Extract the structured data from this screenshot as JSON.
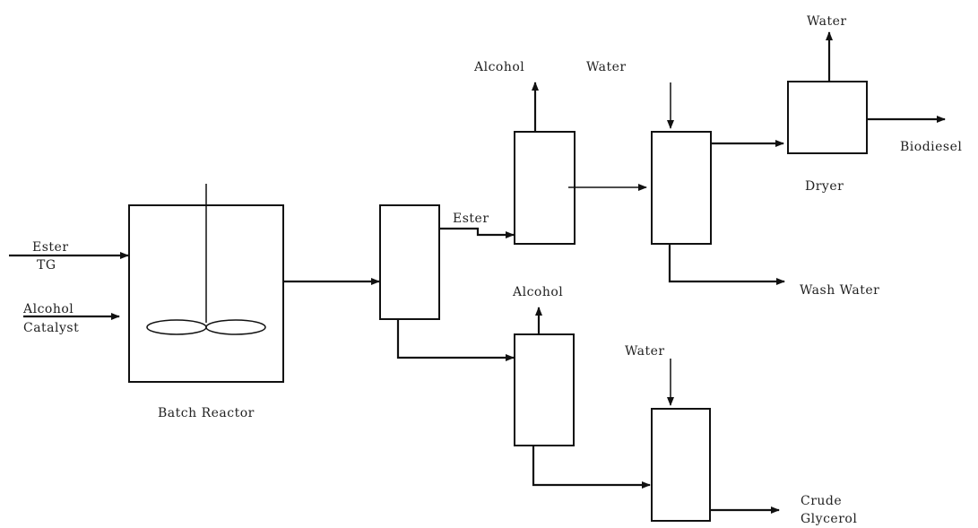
{
  "labels": {
    "ester_in": "Ester",
    "tg_in": "TG",
    "alcohol_in": "Alcohol",
    "catalyst_in": "Catalyst",
    "batch_reactor": "Batch Reactor",
    "ester_mid": "Ester",
    "alcohol_top": "Alcohol",
    "water_top": "Water",
    "water_dryer": "Water",
    "biodiesel": "Biodiesel",
    "dryer": "Dryer",
    "wash_water": "Wash Water",
    "alcohol_low": "Alcohol",
    "water_low": "Water",
    "crude": "Crude",
    "glycerol": "Glycerol"
  }
}
